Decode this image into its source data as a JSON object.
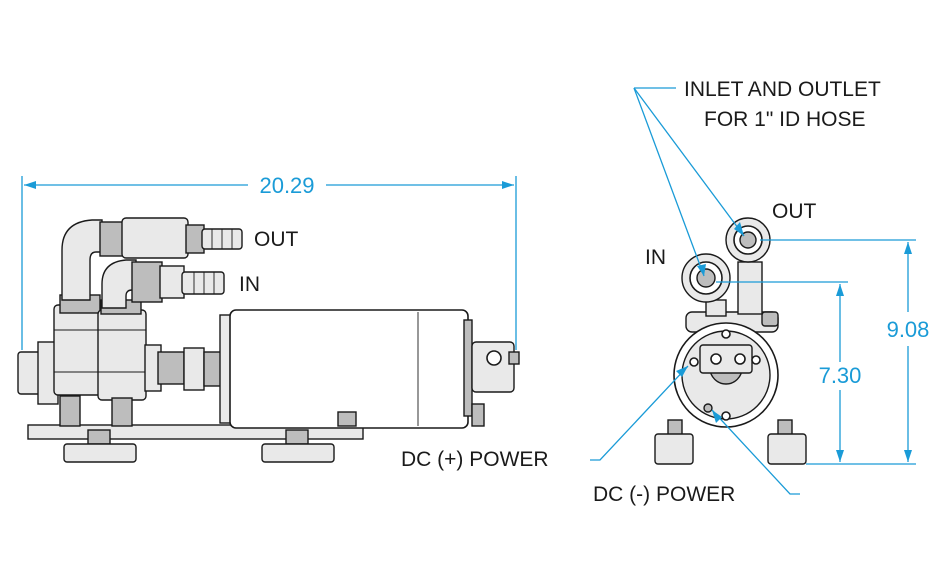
{
  "dimensions": {
    "overall_length": "20.29",
    "outlet_height": "9.08",
    "inlet_height": "7.30"
  },
  "labels": {
    "side_out": "OUT",
    "side_in": "IN",
    "end_in": "IN",
    "end_out": "OUT",
    "hose_note_line1": "INLET AND OUTLET",
    "hose_note_line2": "FOR 1\" ID HOSE",
    "dc_positive": "DC (+) POWER",
    "dc_negative": "DC (-) POWER"
  },
  "colors": {
    "dimension": "#1a9bd7",
    "outline": "#1a1a1a"
  }
}
